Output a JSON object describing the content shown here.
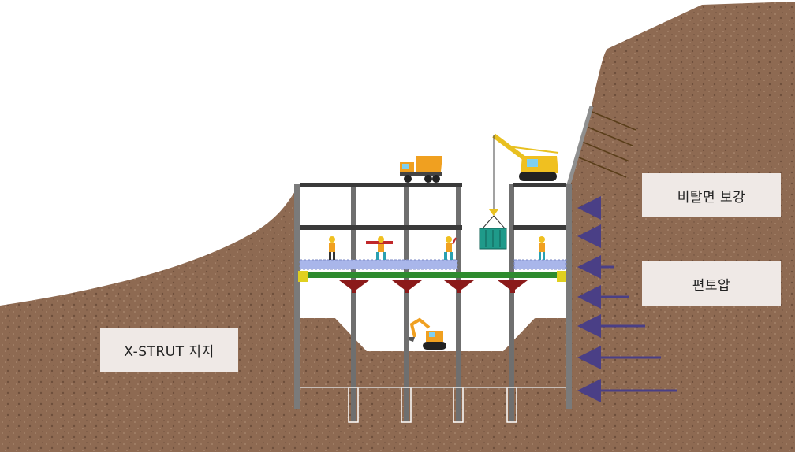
{
  "labels": {
    "xstrut": "X-STRUT 지지",
    "slope": "비탈면 보강",
    "earth_pressure": "편토압"
  },
  "colors": {
    "soil": "#8e6a52",
    "soil_dark": "#7a5843",
    "steel": "#3a3a3a",
    "pile": "#6f6f6f",
    "wale": "#2e8b2e",
    "deck": "#a9b6ea",
    "strut": "#8b1a1a",
    "arrow": "#4a3f86",
    "label_bg": "#efe9e6",
    "machine": "#f0a020"
  },
  "icons": [
    "dump-truck-icon",
    "crawler-crane-icon",
    "excavator-icon",
    "worker-icon",
    "container-icon",
    "ground-anchor-icon"
  ]
}
